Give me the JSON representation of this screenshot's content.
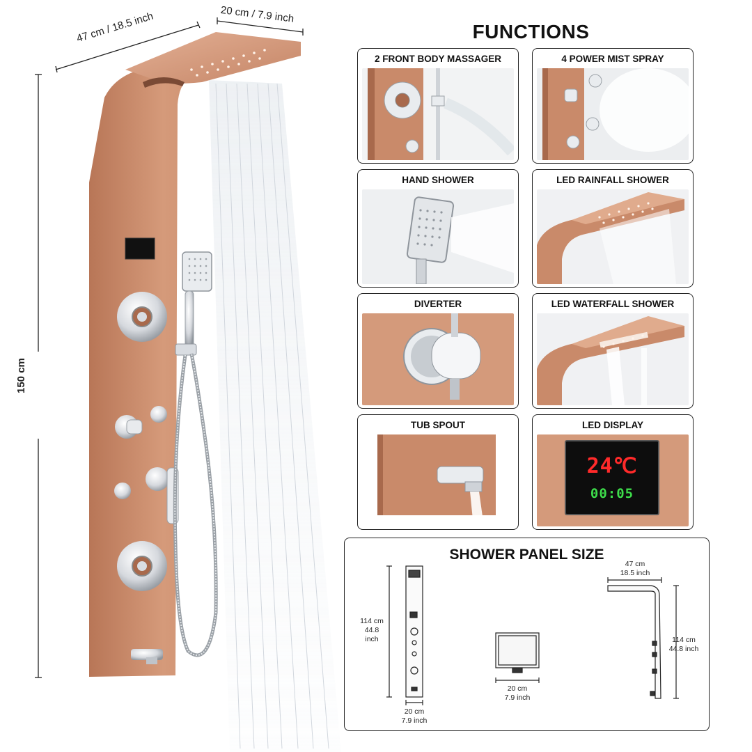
{
  "hero": {
    "width_label": "47 cm / 18.5 inch",
    "depth_label": "20 cm / 7.9 inch",
    "height_label": "150 cm"
  },
  "functions": {
    "title": "FUNCTIONS",
    "cards": [
      {
        "label": "2 FRONT BODY MASSAGER"
      },
      {
        "label": "4 POWER MIST SPRAY"
      },
      {
        "label": "HAND SHOWER"
      },
      {
        "label": "LED RAINFALL SHOWER"
      },
      {
        "label": "DIVERTER"
      },
      {
        "label": "LED WATERFALL SHOWER"
      },
      {
        "label": "TUB SPOUT"
      },
      {
        "label": "LED DISPLAY"
      }
    ],
    "led_display": {
      "temperature": "24℃",
      "time": "00:05"
    }
  },
  "size": {
    "title": "SHOWER PANEL SIZE",
    "front_height": "114 cm\n44.8 inch",
    "front_width": "20 cm\n7.9 inch",
    "top_width": "20 cm\n7.9 inch",
    "side_depth": "47 cm\n18.5 inch",
    "side_height": "114 cm\n44.8 inch"
  },
  "colors": {
    "rose_gold": "#c98a6a",
    "rose_gold_dark": "#a8694c",
    "rose_gold_light": "#e0ab8d",
    "chrome": "#d9dde2",
    "led_red": "#ff2a2a",
    "led_green": "#3ddc4a"
  }
}
